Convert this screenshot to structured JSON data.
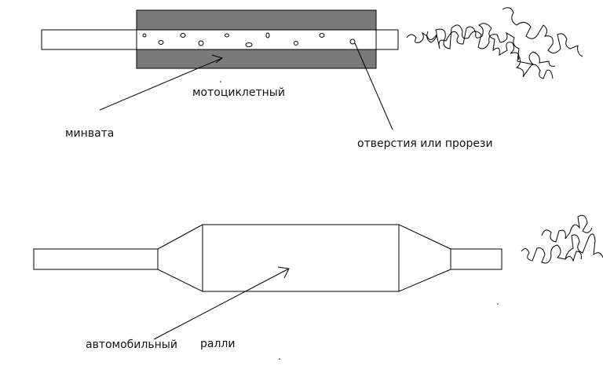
{
  "labels": {
    "motorcycle": "мотоциклетный",
    "mineral_wool": "минвата",
    "holes": "отверстия или прорези",
    "automobile": "автомобильный",
    "rally": "ралли"
  },
  "colors": {
    "stroke": "#000000",
    "wool_fill": "#7a7a7a",
    "background": "#ffffff"
  }
}
